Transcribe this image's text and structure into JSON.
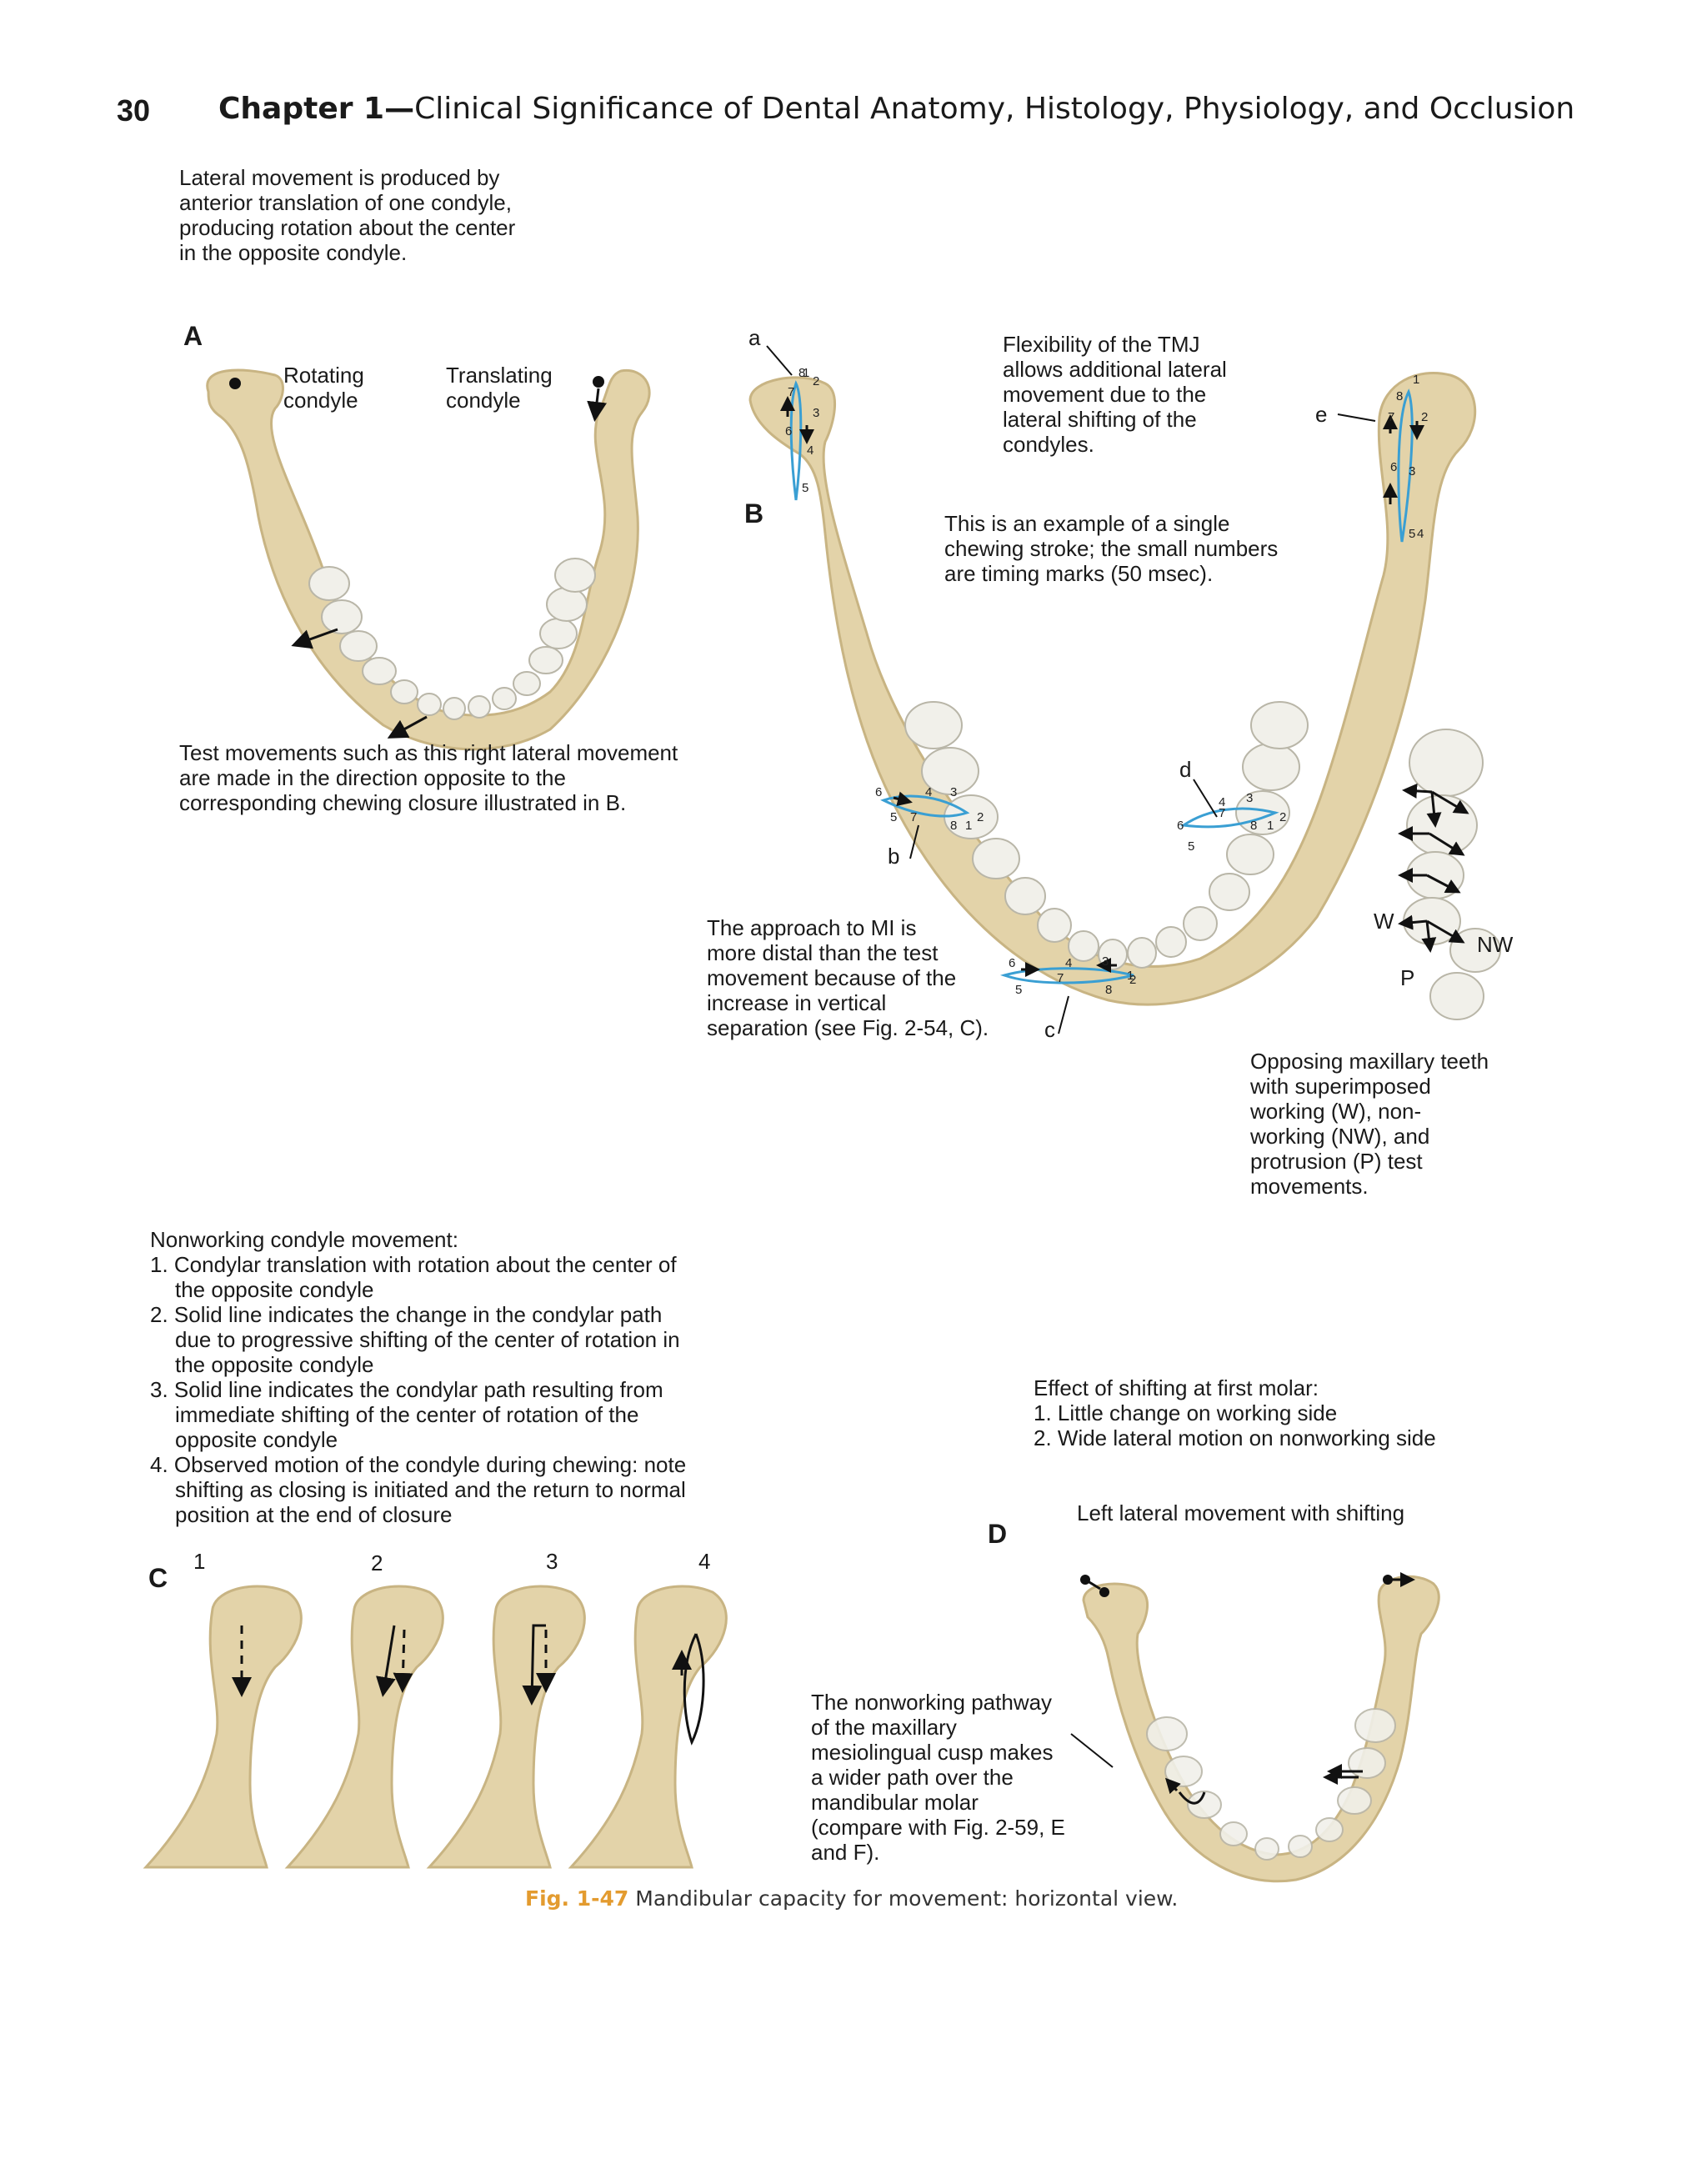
{
  "header": {
    "page_number": "30",
    "chapter_label": "Chapter 1—",
    "chapter_title": "Clinical Significance of Dental Anatomy, Histology, Physiology, and Occlusion"
  },
  "intro": {
    "line1": "Lateral movement is produced by",
    "line2": "anterior translation of one condyle,",
    "line3": "producing rotation about the center",
    "line4": "in the opposite condyle."
  },
  "panel_a": {
    "letter": "A",
    "rotating_1": "Rotating",
    "rotating_2": "condyle",
    "translating_1": "Translating",
    "translating_2": "condyle",
    "test_1": "Test movements such as this right lateral movement",
    "test_2": "are made in the direction opposite to the",
    "test_3": "corresponding chewing closure illustrated in B."
  },
  "panel_b": {
    "letter": "B",
    "flex_1": "Flexibility of the TMJ",
    "flex_2": "allows additional lateral",
    "flex_3": "movement due to the",
    "flex_4": "lateral shifting of the",
    "flex_5": "condyles.",
    "example_1": "This is an example of a single",
    "example_2": "chewing stroke; the small numbers",
    "example_3": "are timing marks (50 msec).",
    "approach_1": "The approach to MI is",
    "approach_2": "more distal than the test",
    "approach_3": "movement because of the",
    "approach_4": "increase in vertical",
    "approach_5": "separation (see Fig. 2-54, C).",
    "label_a": "a",
    "label_b": "b",
    "label_c": "c",
    "label_d": "d",
    "label_e": "e",
    "label_w": "W",
    "label_nw": "NW",
    "label_p": "P",
    "opposing_1": "Opposing maxillary teeth",
    "opposing_2": "with superimposed",
    "opposing_3": "working (W), non-",
    "opposing_4": "working (NW), and",
    "opposing_5": "protrusion (P) test",
    "opposing_6": "movements."
  },
  "timing_marks": [
    "1",
    "2",
    "3",
    "4",
    "5",
    "6",
    "7",
    "8"
  ],
  "panel_c": {
    "letter": "C",
    "title": "Nonworking condyle movement:",
    "items": [
      "1. Condylar translation with rotation about the center of the opposite condyle",
      "2. Solid line indicates the change in the condylar path due to progressive shifting of the center of rotation in the opposite condyle",
      "3. Solid line indicates the condylar path resulting from immediate shifting of the center of rotation of the opposite condyle",
      "4. Observed motion of the condyle during chewing: note shifting as closing is initiated and the return to normal position at the end of closure"
    ],
    "n1": "1",
    "n2": "2",
    "n3": "3",
    "n4": "4"
  },
  "panel_d": {
    "letter": "D",
    "effect_title": "Effect of shifting at first molar:",
    "effect_1": "1. Little change on working side",
    "effect_2": "2. Wide lateral motion on nonworking side",
    "left_lateral": "Left lateral movement with shifting",
    "pathway_1": "The  nonworking pathway",
    "pathway_2": "of the maxillary",
    "pathway_3": "mesiolingual cusp makes",
    "pathway_4": "a wider path over the",
    "pathway_5": "mandibular molar",
    "pathway_6": "(compare with Fig. 2-59, E",
    "pathway_7": "and F)."
  },
  "caption": {
    "fig_label": "Fig. 1-47",
    "text": "Mandibular capacity for movement: horizontal view."
  },
  "colors": {
    "bone": "#e3d3a9",
    "bone_edge": "#c8b483",
    "tooth": "#f1f0ea",
    "path_blue": "#3a9fd3",
    "caption_orange": "#e39b2f"
  }
}
